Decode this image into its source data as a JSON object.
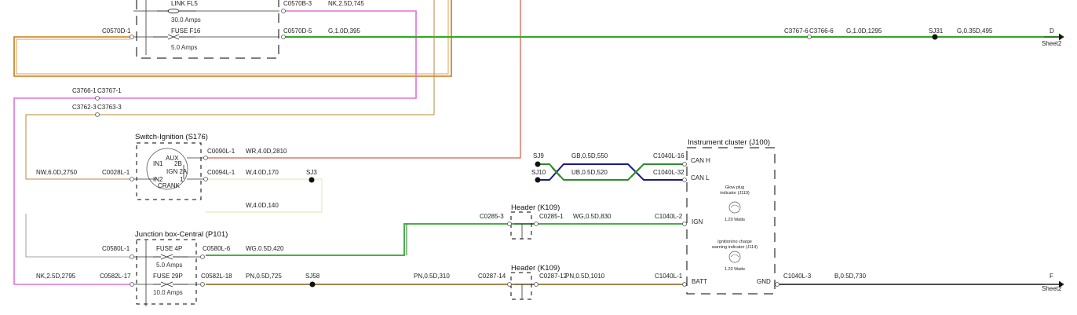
{
  "components": {
    "switch_ignition": "Switch-Ignition (S176)",
    "junction_box": "Junction box-Central (P101)",
    "header_upper": "Header (K109)",
    "header_lower": "Header (K109)",
    "instrument_cluster": "Instrument cluster (J100)",
    "glow_plug_a": "Glow plug",
    "glow_plug_b": "indicator (J119)",
    "glow_plug_watts": "1.20 Watts",
    "ign_warn_a": "Ignition/no charge",
    "ign_warn_b": "warning indicator (J114)",
    "ign_warn_watts": "1.20 Watts"
  },
  "fuses": {
    "link_name": "LINK FL5",
    "link_amps": "30.0 Amps",
    "f16_name": "FUSE F16",
    "f16_amps": "5.0 Amps",
    "f4p_name": "FUSE 4P",
    "f4p_amps": "5.0 Amps",
    "f29p_name": "FUSE 29P",
    "f29p_amps": "10.0 Amps"
  },
  "connectors": {
    "c0570b_3": "C0570B-3",
    "c0570d_1": "C0570D-1",
    "c0570d_5": "C0570D-5",
    "c3767_6": "C3767-6",
    "c3766_6": "C3766-6",
    "c3766_1": "C3766-1",
    "c3767_1": "C3767-1",
    "c3762_3": "C3762-3",
    "c3763_3": "C3763-3",
    "c0090l_1": "C0090L-1",
    "c0094l_1": "C0094L-1",
    "c0028l_1": "C0028L-1",
    "c0580l_1": "C0580L-1",
    "c0580l_6": "C0580L-6",
    "c0582l_17": "C0582L-17",
    "c0582l_18": "C0582L-18",
    "c0285_3": "C0285-3",
    "c0285_1": "C0285-1",
    "c0287_14": "C0287-14",
    "c0287_12": "C0287-12",
    "c1040l_16": "C1040L-16",
    "c1040l_32": "C1040L-32",
    "c1040l_2": "C1040L-2",
    "c1040l_1": "C1040L-1",
    "c1040l_3": "C1040L-3"
  },
  "wires": {
    "nk_2_5d_745": "NK,2.5D,745",
    "g_1_0d_395": "G,1.0D,395",
    "g_1_0d_1295": "G,1.0D,1295",
    "g_0_35d_495": "G,0.35D,495",
    "wr_4_0d_2810": "WR,4.0D,2810",
    "w_4_0d_170": "W,4.0D,170",
    "w_4_0d_140": "W,4.0D,140",
    "nw_6_0d_2750": "NW,6.0D,2750",
    "gb_0_5d_550": "GB,0.5D,550",
    "ub_0_5d_520": "UB,0.5D,520",
    "wg_0_5d_830": "WG,0.5D,830",
    "wg_0_5d_420": "WG,0.5D,420",
    "nk_2_5d_2795": "NK,2.5D,2795",
    "pn_0_5d_725": "PN,0.5D,725",
    "pn_0_5d_310": "PN,0.5D,310",
    "pn_0_5d_1010": "PN,0.5D,1010",
    "b_0_5d_730": "B,0.5D,730"
  },
  "splices": {
    "sj31": "SJ31",
    "sj3": "SJ3",
    "sj58": "SJ58",
    "sj9": "SJ9",
    "sj10": "SJ10"
  },
  "pins": {
    "aux": "AUX",
    "in1": "IN1",
    "in2": "IN2",
    "ign_2b": "2B",
    "ign_2a": "IGN 2A",
    "pin_1": "1",
    "crank": "CRANK",
    "can_h": "CAN H",
    "can_l": "CAN L",
    "ign": "IGN",
    "batt": "BATT",
    "gnd": "GND"
  },
  "sheet_refs": {
    "d_letter": "D",
    "d_sheet": "Sheet2",
    "f_letter": "F",
    "f_sheet": "Sheet2"
  },
  "colors": {
    "nk_pink": "#e070e0",
    "n_brown": "#c87a1a",
    "g_green": "#33aa22",
    "wr_red": "#cc3322",
    "w_white": "#f0efd0",
    "can_green": "#2f8a2f",
    "can_blue": "#1a1a8a",
    "wg_green": "#46b046",
    "pn_brown": "#8b5a14",
    "b_black": "#111111"
  }
}
